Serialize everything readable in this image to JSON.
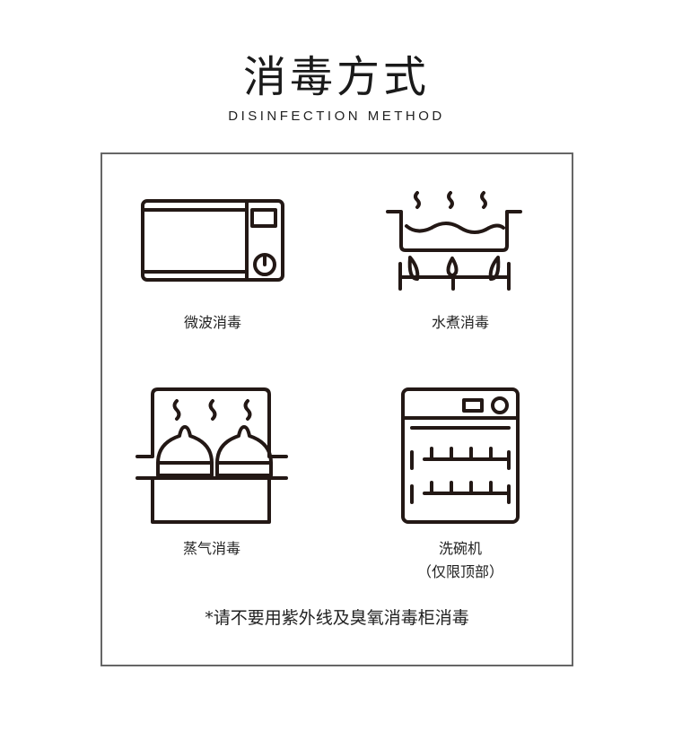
{
  "header": {
    "title": "消毒方式",
    "subtitle": "DISINFECTION METHOD"
  },
  "methods": [
    {
      "label": "微波消毒",
      "icon": "microwave-icon"
    },
    {
      "label": "水煮消毒",
      "icon": "boiling-pot-icon"
    },
    {
      "label": "蒸气消毒",
      "icon": "steamer-icon"
    },
    {
      "label": "洗碗机",
      "sublabel": "（仅限顶部）",
      "icon": "dishwasher-icon"
    }
  ],
  "note": "*请不要用紫外线及臭氧消毒柜消毒"
}
